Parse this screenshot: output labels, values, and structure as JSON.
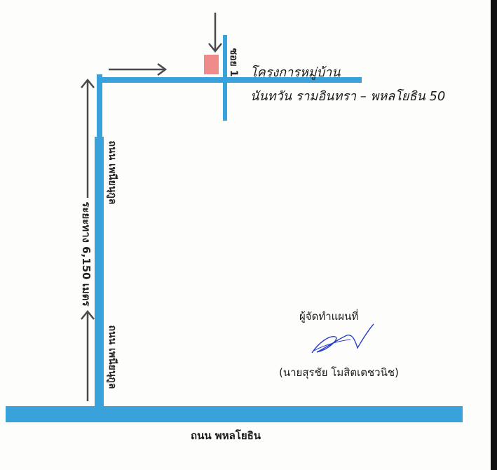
{
  "colors": {
    "road": "#3aa2db",
    "marker": "#ef8a8a",
    "arrow": "#4a4a4a",
    "signature_ink": "#2a3ec8"
  },
  "labels": {
    "project_line1": "โครงการหมู่บ้าน",
    "project_line2": "นันทวัน รามอินทรา – พหลโยธิน 50",
    "soi": "ซอย 1",
    "main_road": "ถนน พหลโยธิน",
    "side_road_upper": "ถนน เพนียนุกูล",
    "side_road_lower": "ถนน เพนียนุกูล",
    "distance": "ระยะทาง 6,150 เมตร",
    "map_maker_title": "ผู้จัดทำแผนที่",
    "map_maker_name": "(นายสุรชัย โมสิตเตชวนิช)"
  },
  "icons": {
    "signature": "handwritten-signature",
    "location_marker": "square-marker"
  }
}
